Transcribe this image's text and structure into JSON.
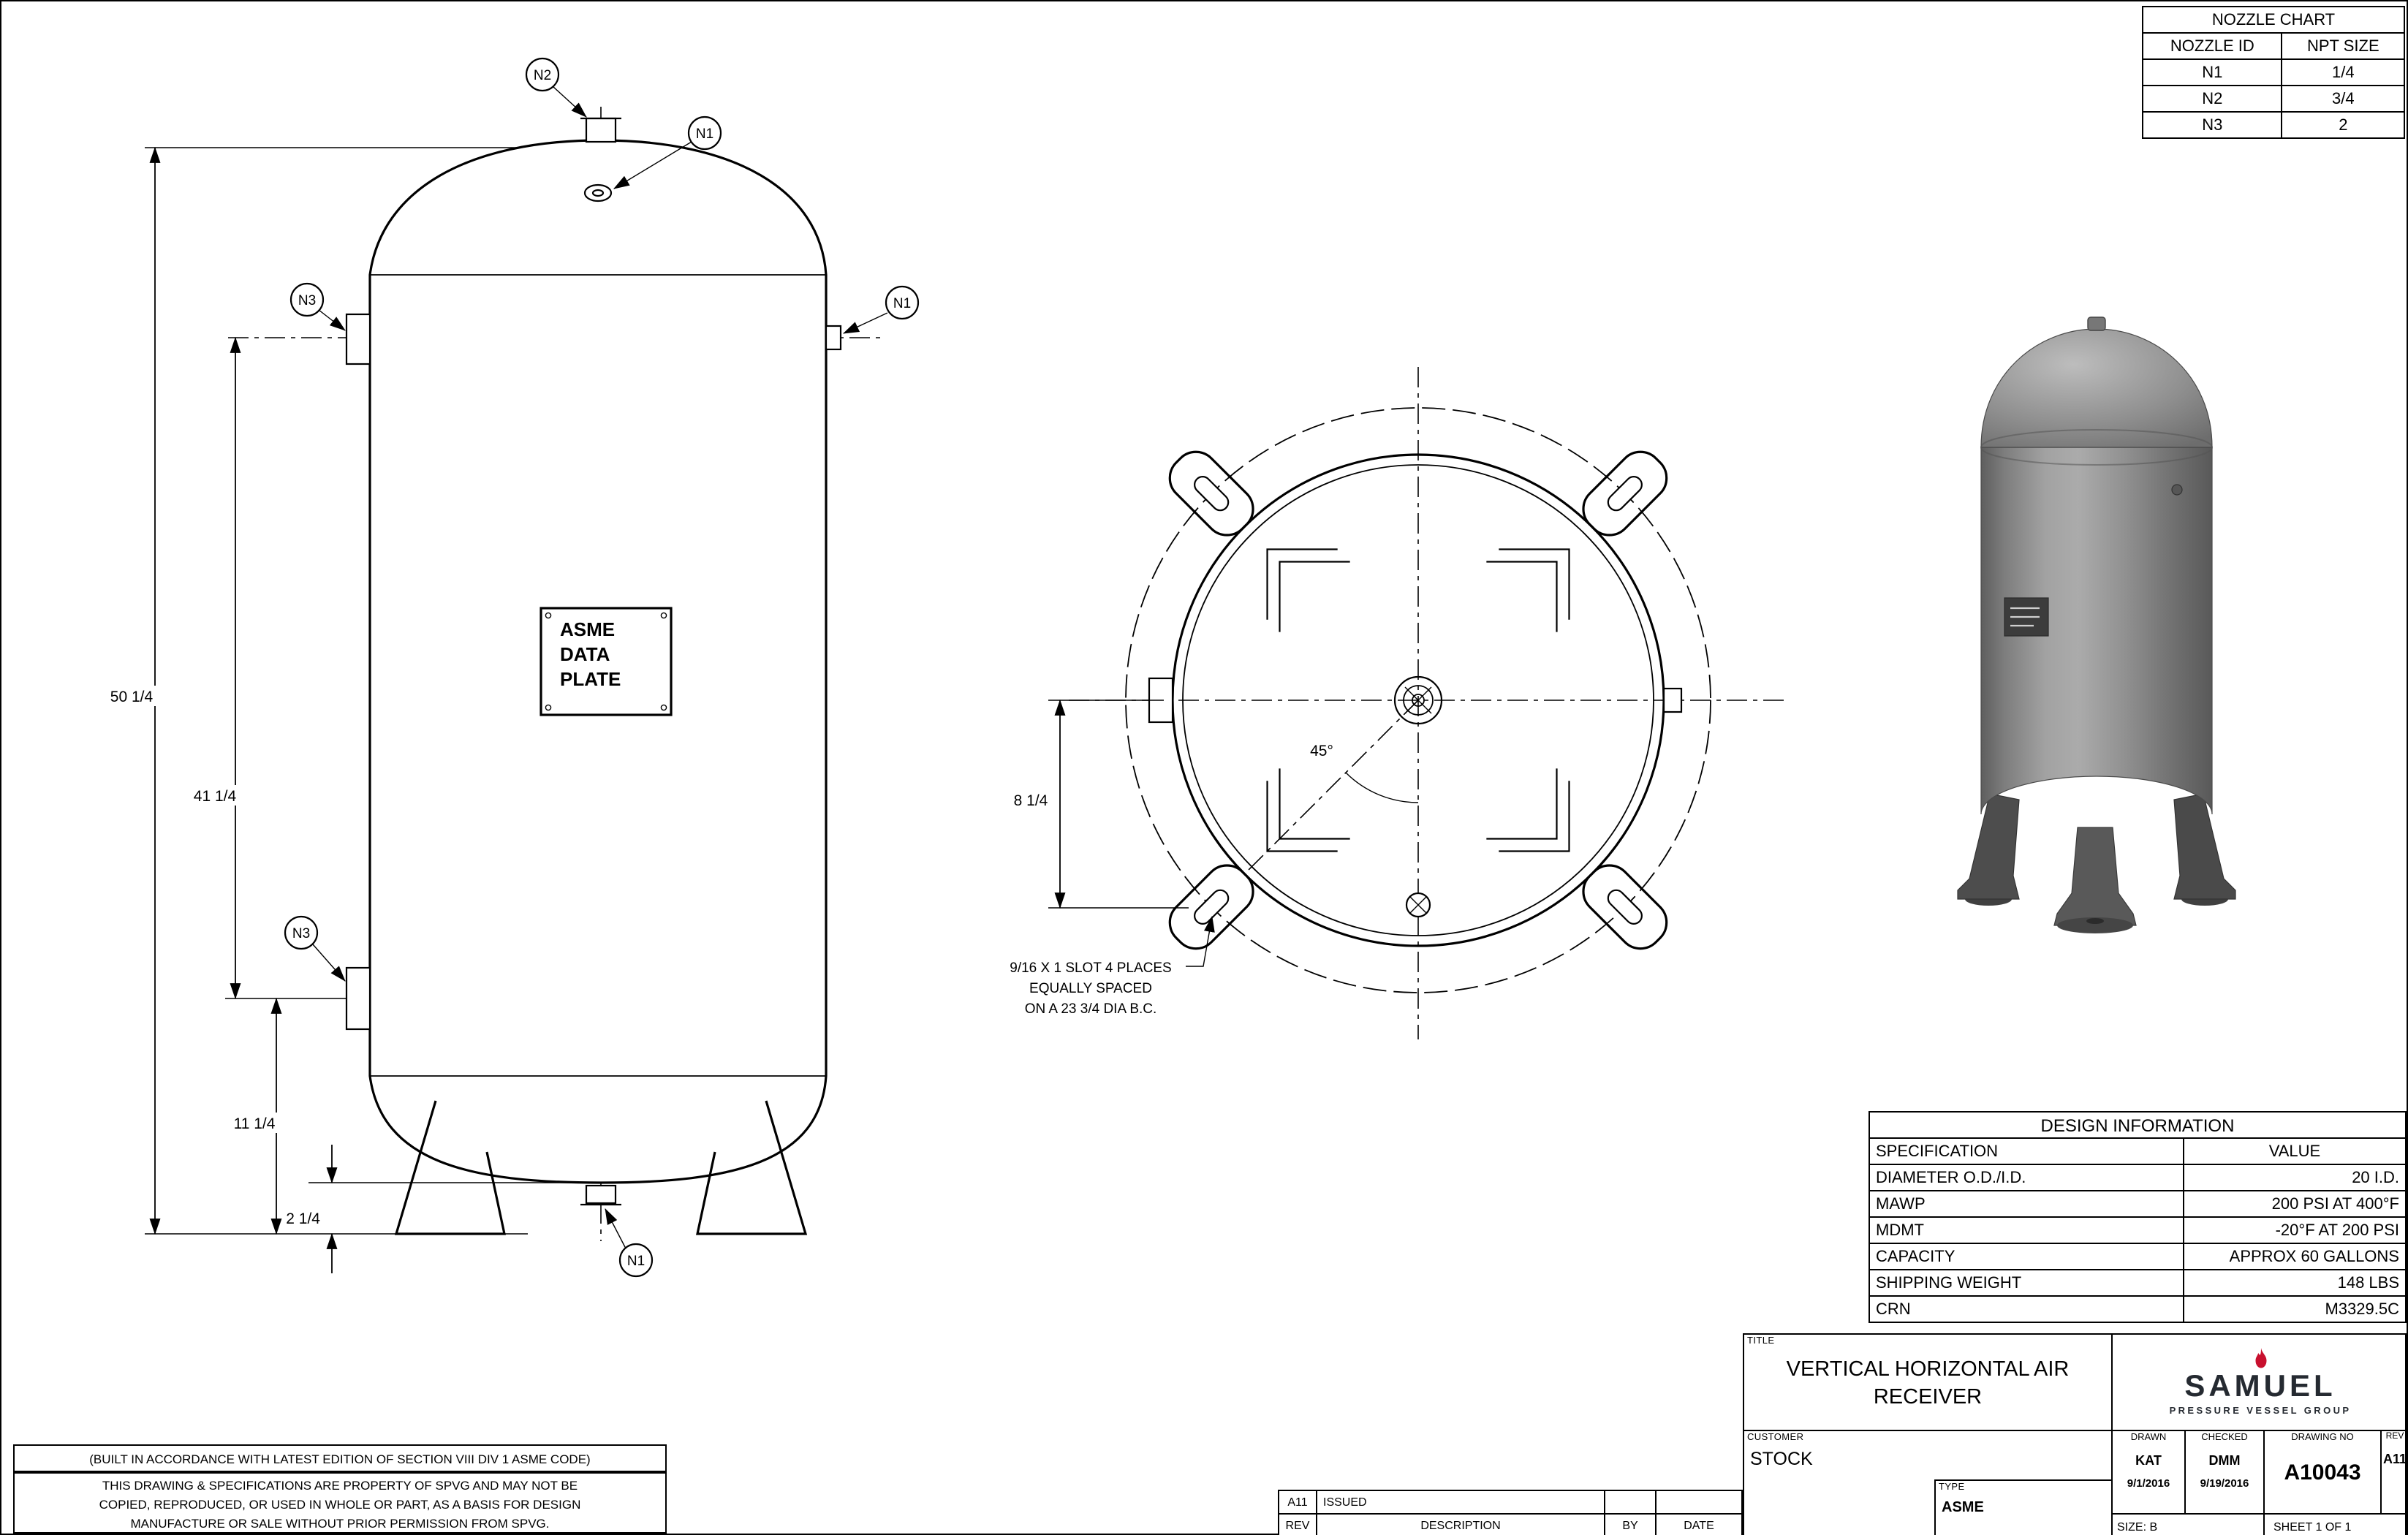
{
  "nozzle_chart": {
    "title": "NOZZLE CHART",
    "headers": {
      "id": "NOZZLE ID",
      "size": "NPT SIZE"
    },
    "rows": [
      {
        "id": "N1",
        "size": "1/4"
      },
      {
        "id": "N2",
        "size": "3/4"
      },
      {
        "id": "N3",
        "size": "2"
      }
    ]
  },
  "front_view": {
    "balloon_n2": "N2",
    "balloon_n1_top": "N1",
    "balloon_n3_upper": "N3",
    "balloon_n1_right": "N1",
    "balloon_n3_lower": "N3",
    "balloon_n1_bottom": "N1",
    "plate_lines": [
      "ASME",
      "DATA",
      "PLATE"
    ],
    "dim_overall": "50 1/4",
    "dim_upper": "41 1/4",
    "dim_lower": "11 1/4",
    "dim_leg": "2 1/4"
  },
  "top_view": {
    "angle_label": "45°",
    "dim_bolt": "8 1/4",
    "note_lines": [
      "9/16 X 1 SLOT 4 PLACES",
      "EQUALLY SPACED",
      "ON A 23 3/4 DIA B.C."
    ]
  },
  "design_info": {
    "title": "DESIGN INFORMATION",
    "headers": {
      "spec": "SPECIFICATION",
      "value": "VALUE"
    },
    "rows": [
      {
        "spec": "DIAMETER O.D./I.D.",
        "value": "20 I.D."
      },
      {
        "spec": "MAWP",
        "value": "200 PSI AT 400°F"
      },
      {
        "spec": "MDMT",
        "value": "-20°F AT 200 PSI"
      },
      {
        "spec": "CAPACITY",
        "value": "APPROX 60 GALLONS"
      },
      {
        "spec": "SHIPPING WEIGHT",
        "value": "148 LBS"
      },
      {
        "spec": "CRN",
        "value": "M3329.5C"
      }
    ]
  },
  "title_block": {
    "title_label": "TITLE",
    "title": "VERTICAL HORIZONTAL AIR RECEIVER",
    "brand_name": "SAMUEL",
    "brand_tagline": "PRESSURE VESSEL GROUP",
    "customer_label": "CUSTOMER",
    "customer": "STOCK",
    "type_label": "TYPE",
    "type_value": "ASME",
    "drawn_label": "DRAWN",
    "drawn_by": "KAT",
    "drawn_date": "9/1/2016",
    "checked_label": "CHECKED",
    "checked_by": "DMM",
    "checked_date": "9/19/2016",
    "drawing_no_label": "DRAWING NO",
    "drawing_no": "A10043",
    "rev_label": "REV",
    "rev_value": "A11",
    "size_text": "SIZE: B",
    "sheet_text": "SHEET 1  OF 1"
  },
  "notes": {
    "code_note": "(BUILT IN ACCORDANCE WITH LATEST EDITION OF SECTION VIII DIV 1 ASME CODE)",
    "property_note_lines": [
      "THIS DRAWING & SPECIFICATIONS ARE PROPERTY OF SPVG AND MAY NOT BE",
      "COPIED, REPRODUCED, OR USED IN WHOLE OR PART, AS A BASIS FOR DESIGN",
      "MANUFACTURE OR SALE WITHOUT PRIOR PERMISSION FROM SPVG."
    ]
  },
  "revision_strip": {
    "entry_rev": "A11",
    "entry_description": "ISSUED",
    "col_rev": "REV",
    "col_description": "DESCRIPTION",
    "col_by": "BY",
    "col_date": "DATE"
  }
}
